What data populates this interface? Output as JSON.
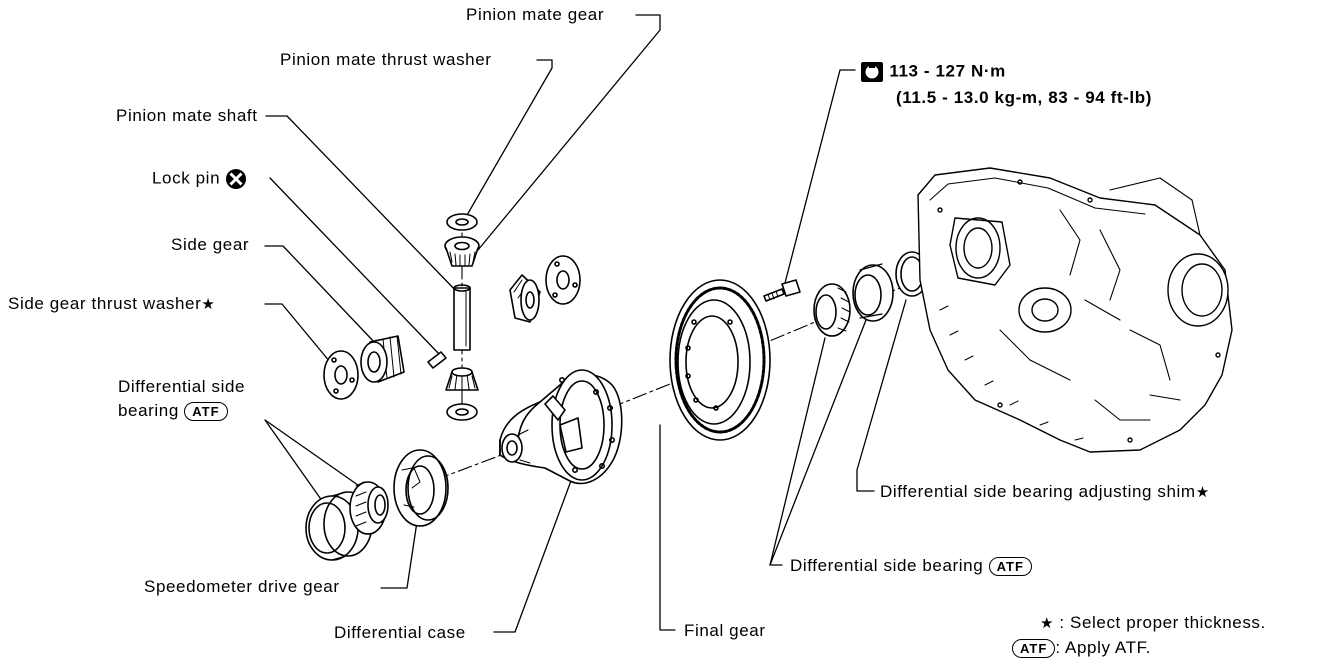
{
  "labels": {
    "pinion_mate_gear": "Pinion mate gear",
    "pinion_mate_thrust_washer": "Pinion mate thrust washer",
    "pinion_mate_shaft": "Pinion mate shaft",
    "lock_pin": "Lock pin",
    "side_gear": "Side gear",
    "side_gear_thrust_washer": "Side gear thrust washer",
    "differential_side_bearing_line1": "Differential side",
    "differential_side_bearing_line2": "bearing",
    "speedometer_drive_gear": "Speedometer drive gear",
    "differential_case": "Differential case",
    "final_gear": "Final gear",
    "differential_side_bearing_right": "Differential side bearing",
    "adjusting_shim": "Differential side bearing adjusting shim"
  },
  "torque": {
    "line1": "113 - 127 N·m",
    "line2": "(11.5 - 13.0 kg-m, 83 - 94 ft-lb)",
    "icon": "torque-wrench-icon"
  },
  "symbols": {
    "star": "★",
    "atf": "ATF",
    "lock_pin_icon": "replace-x-icon"
  },
  "legend": {
    "star_text": ": Select proper thickness.",
    "atf_text": ": Apply ATF."
  }
}
